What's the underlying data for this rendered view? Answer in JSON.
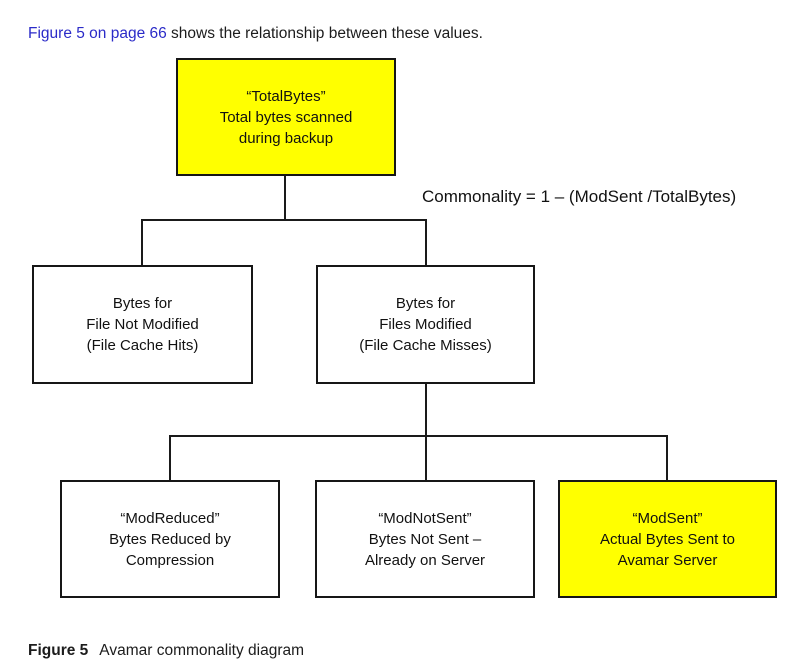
{
  "intro": {
    "link": "Figure 5 on page 66",
    "rest": " shows the relationship between these values."
  },
  "formula": "Commonality = 1 – (ModSent /TotalBytes)",
  "diagram": {
    "nodes": {
      "total_bytes": {
        "text": "“TotalBytes”\nTotal bytes scanned\nduring backup",
        "highlight": true
      },
      "not_modified": {
        "text": "Bytes for\nFile Not Modified\n(File Cache Hits)",
        "highlight": false
      },
      "modified": {
        "text": "Bytes for\nFiles Modified\n(File Cache Misses)",
        "highlight": false
      },
      "mod_reduced": {
        "text": "“ModReduced”\nBytes Reduced by\nCompression",
        "highlight": false
      },
      "mod_not_sent": {
        "text": "“ModNotSent”\nBytes Not Sent –\nAlready on Server",
        "highlight": false
      },
      "mod_sent": {
        "text": "“ModSent”\nActual Bytes Sent to\nAvamar Server",
        "highlight": true
      }
    }
  },
  "caption": {
    "label": "Figure 5",
    "text": "Avamar commonality diagram"
  },
  "colors": {
    "highlight": "#ffff00",
    "link": "#2b2bc8",
    "line": "#1a1a1a",
    "text": "#111111"
  }
}
